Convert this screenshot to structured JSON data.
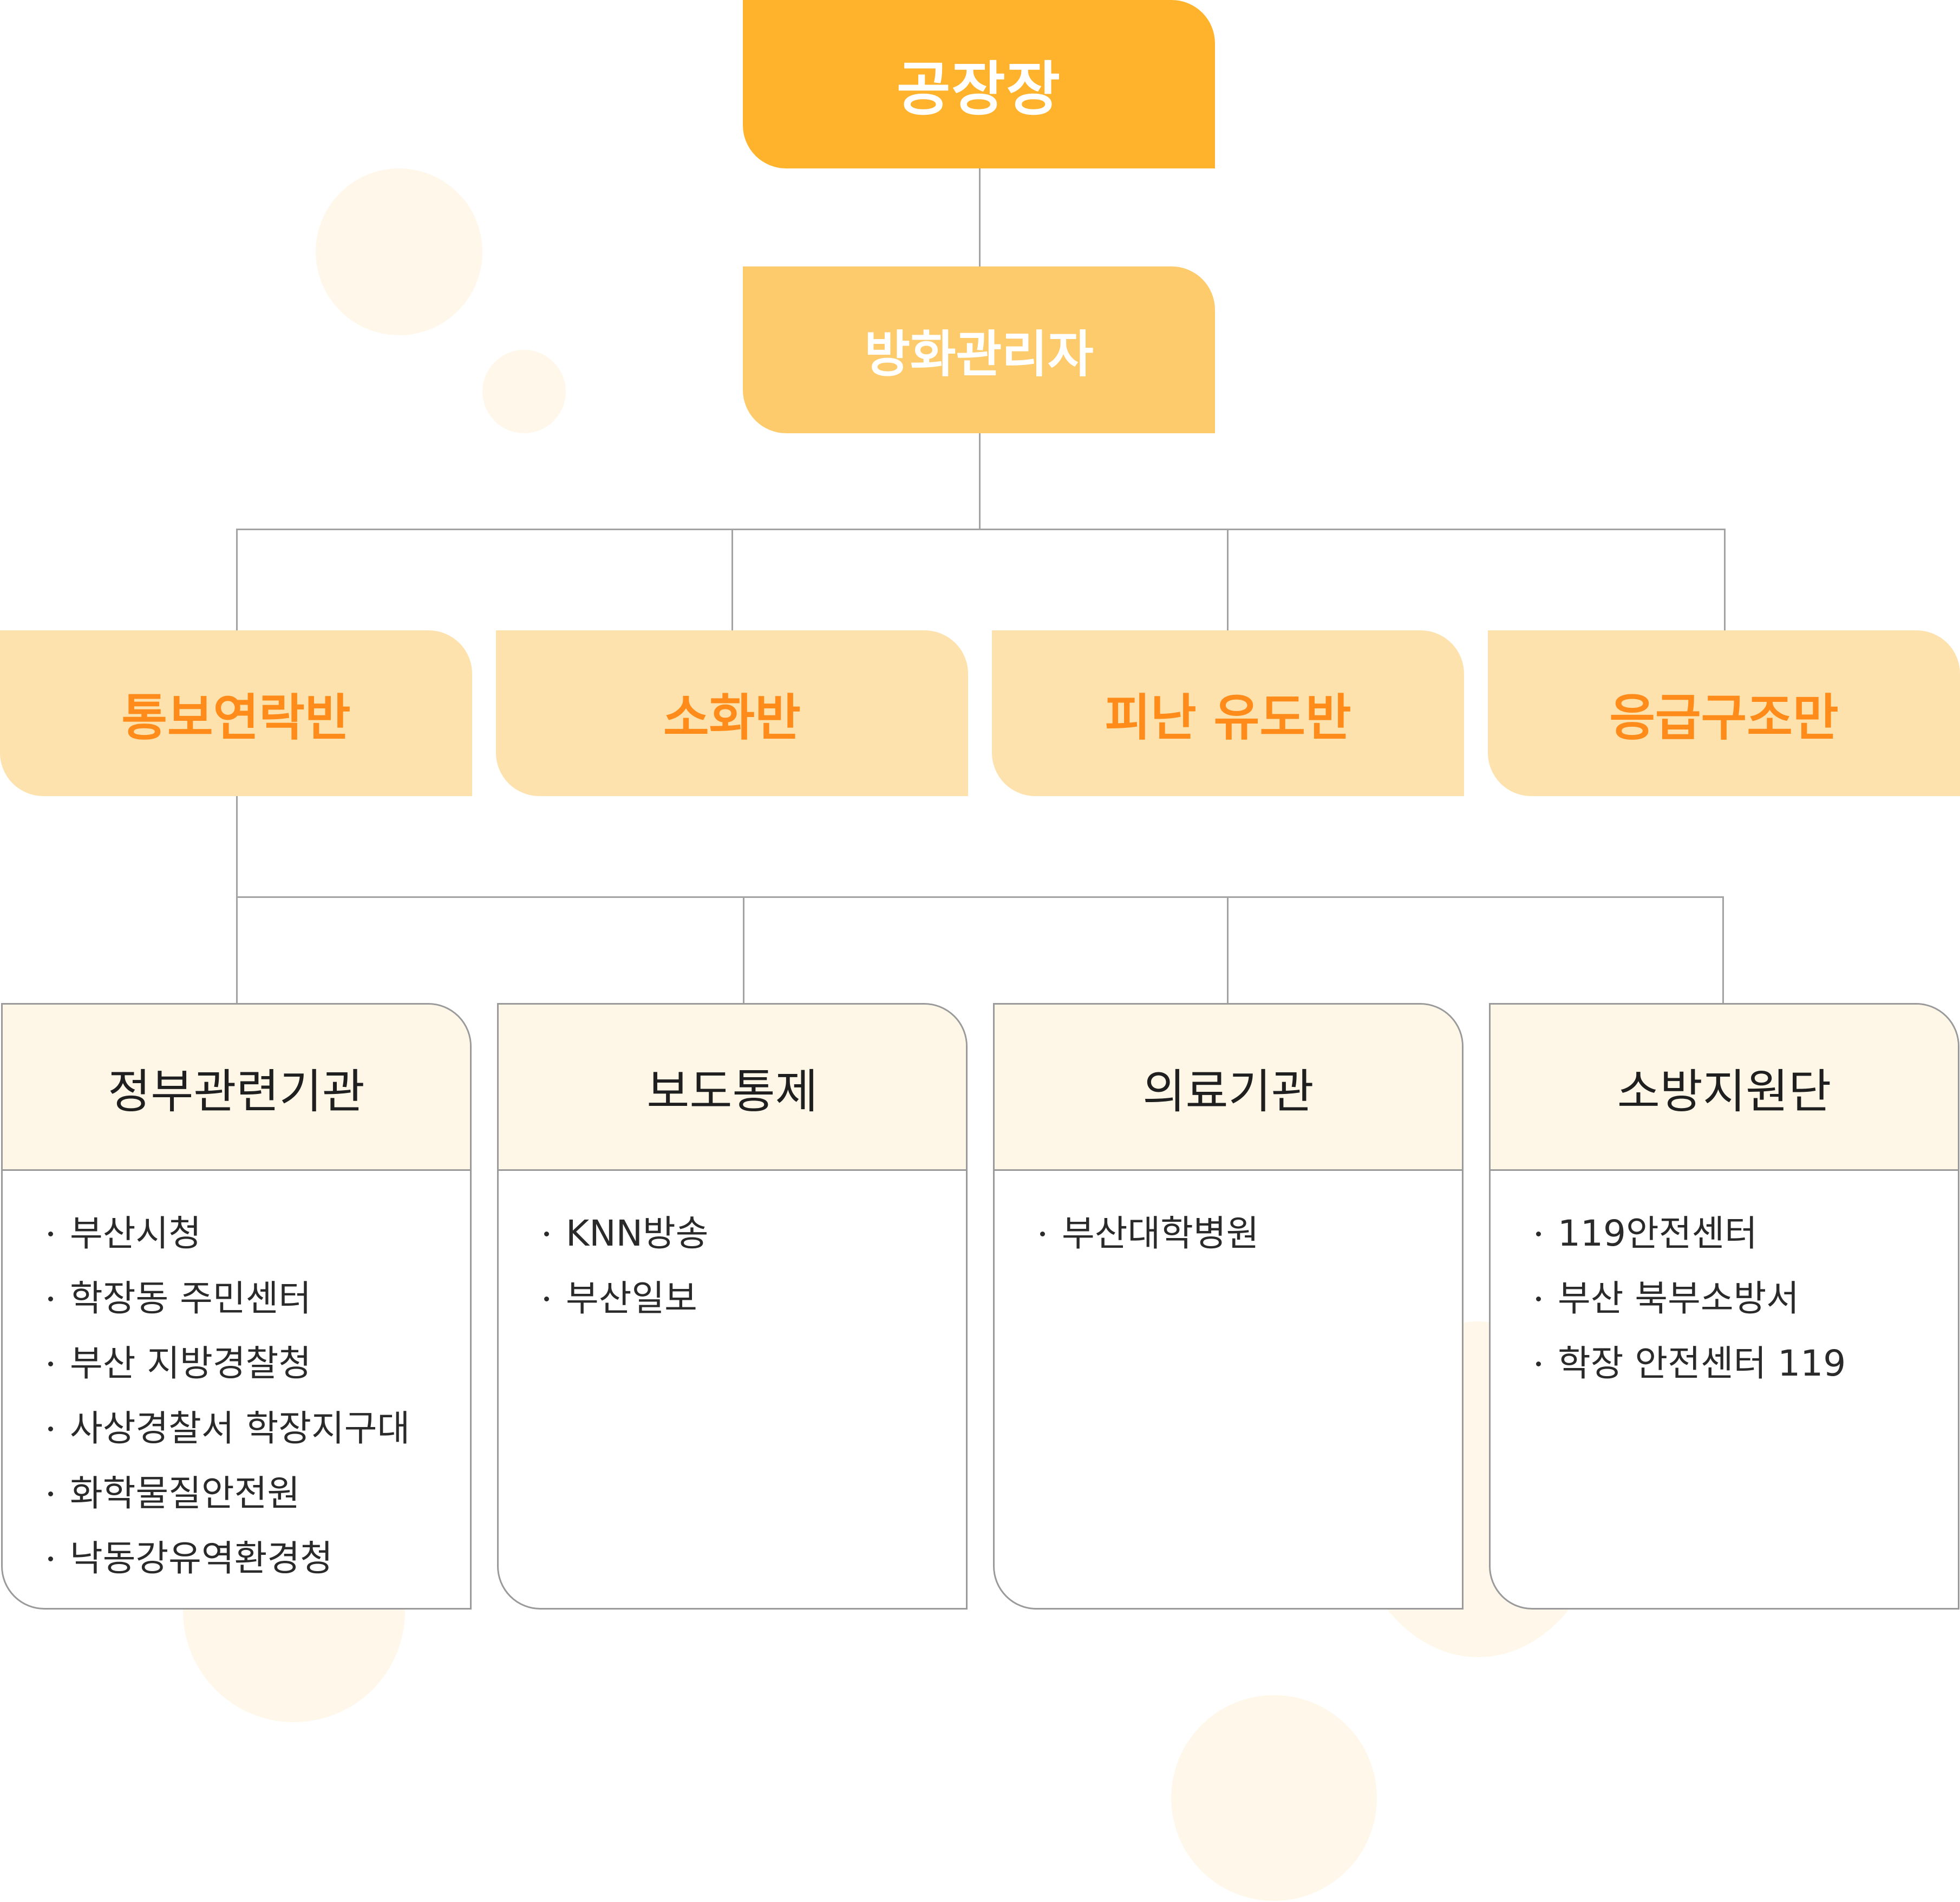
{
  "chart_title": "",
  "colors": {
    "root_fill": "#ffb32c",
    "manager_fill": "#fecb6c",
    "team_fill": "#fde2ad",
    "team_text": "#ff8c1a",
    "card_header_fill": "#fef7e8",
    "connector": "#a3a3a3",
    "decoration": "#fff8ea"
  },
  "root": {
    "label": "공장장"
  },
  "manager": {
    "label": "방화관리자"
  },
  "teams": [
    {
      "label": "통보연락반"
    },
    {
      "label": "소화반"
    },
    {
      "label": "피난 유도반"
    },
    {
      "label": "응급구조만"
    }
  ],
  "agencies": [
    {
      "title": "정부관련기관",
      "items": [
        "부산시청",
        "학장동 주민센터",
        "부산 지방경찰청",
        "사상경찰서 학장지구대",
        "화학물질안전원",
        "낙동강유역환경청"
      ]
    },
    {
      "title": "보도통제",
      "items": [
        "KNN방송",
        "부산일보"
      ]
    },
    {
      "title": "의료기관",
      "items": [
        "부산대학병원"
      ]
    },
    {
      "title": "소방지원단",
      "items": [
        "119안전센터",
        "부산 북부소방서",
        "학장 안전센터 119"
      ]
    }
  ]
}
